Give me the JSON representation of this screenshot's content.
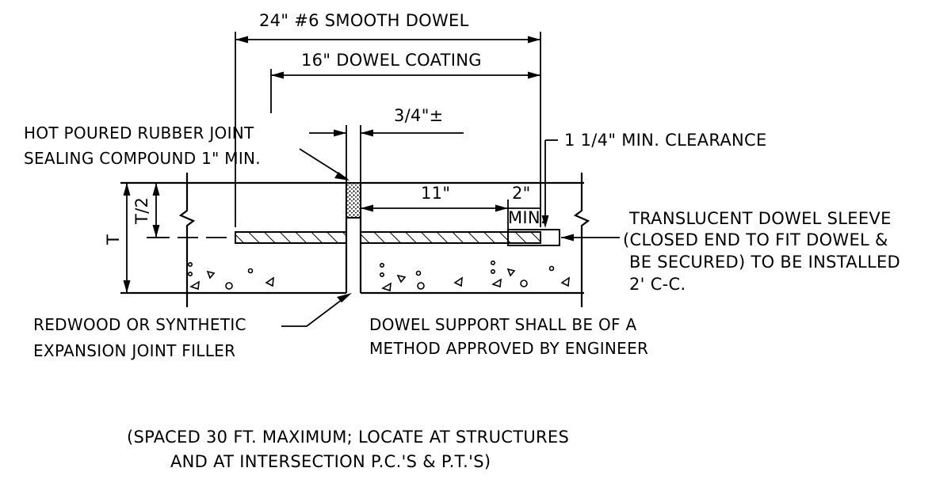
{
  "labels": {
    "dowel_length": "24\" #6 SMOOTH DOWEL",
    "dowel_coating": "16\" DOWEL COATING",
    "joint_gap": "3/4\"±",
    "sealant_line1": "HOT POURED RUBBER JOINT",
    "sealant_line2": "SEALING COMPOUND 1\" MIN.",
    "clearance": "1 1/4\" MIN. CLEARANCE",
    "dim_11": "11\"",
    "dim_2": "2\"",
    "dim_min": "MIN.",
    "half_thickness": "T/2",
    "thickness": "T",
    "sleeve_line1": "TRANSLUCENT DOWEL SLEEVE",
    "sleeve_line2": "(CLOSED END TO FIT DOWEL &",
    "sleeve_line3": "BE SECURED) TO BE INSTALLED",
    "sleeve_line4": "2' C-C.",
    "filler_line1": "REDWOOD OR SYNTHETIC",
    "filler_line2": "EXPANSION JOINT FILLER",
    "support_line1": "DOWEL SUPPORT SHALL BE OF A",
    "support_line2": "METHOD APPROVED BY ENGINEER",
    "note_line1": "(SPACED 30 FT. MAXIMUM; LOCATE AT STRUCTURES",
    "note_line2": "AND AT INTERSECTION P.C.'S & P.T.'S)"
  }
}
